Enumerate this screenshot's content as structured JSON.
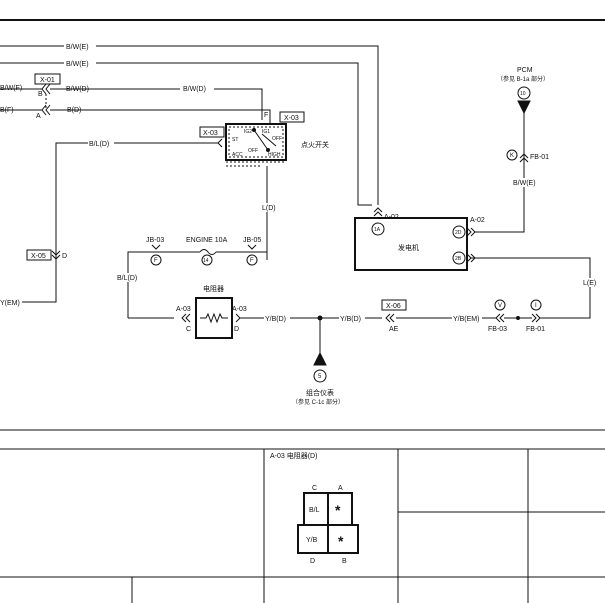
{
  "wires": {
    "bw_e_top": "B/W(E)",
    "bw_e_second": "B/W(E)",
    "bw_f": "B/W(F)",
    "bw_d_left": "B/W(D)",
    "bw_d_right": "B/W(D)",
    "b_f": "B(F)",
    "b_d": "B(D)",
    "bl_d_top": "B/L(D)",
    "l_d": "L(D)",
    "bl_d_left": "B/L(D)",
    "y_em": "Y(EM)",
    "yb_d_1": "Y/B(D)",
    "yb_d_2": "Y/B(D)",
    "yb_em": "Y/B(EM)",
    "bw_e_fb": "B/W(E)",
    "l_e": "L(E)"
  },
  "connectors": {
    "x01": "X-01",
    "x03a": "X-03",
    "x03b": "X-03",
    "x05": "X-05",
    "x06": "X-06",
    "a02_top": "A-02",
    "a02_right": "A-02",
    "jb03": "JB-03",
    "jb05": "JB-05",
    "engine10a": "ENGINE 10A",
    "a03_left": "A-03",
    "a03_right": "A-03",
    "fb01_top": "FB-01",
    "fb03": "FB-03",
    "fb01_bottom": "FB-01"
  },
  "pins": {
    "b": "B",
    "a": "A",
    "f": "F",
    "d_x05": "D",
    "c": "C",
    "d_a03": "D",
    "ae": "AE",
    "p1a": "1A",
    "p2d": "2D",
    "p2b": "2B",
    "p10": "10",
    "pk": "K",
    "pf": "F",
    "p14": "14",
    "pf2": "F",
    "p5": "5",
    "pv": "V",
    "pi": "I"
  },
  "components": {
    "ignition_switch": "点火开关",
    "generator": "发电机",
    "resistor": "电阻器",
    "pcm": "PCM",
    "pcm_ref": "（参见 B-1a 部分）",
    "cluster": "组合仪表",
    "cluster_ref": "（参见 C-1c 部分）"
  },
  "switch_labels": {
    "st": "ST",
    "ig2": "IG2",
    "ig1": "IG1",
    "off": "OFF",
    "acc": "ACC",
    "high": "HIGH"
  },
  "connector_view": {
    "title": "A-03 电阻器(D)",
    "col_c": "C",
    "col_a": "A",
    "col_d": "D",
    "col_b": "B",
    "wire_bl": "B/L",
    "wire_yb": "Y/B",
    "star1": "*",
    "star2": "*"
  }
}
